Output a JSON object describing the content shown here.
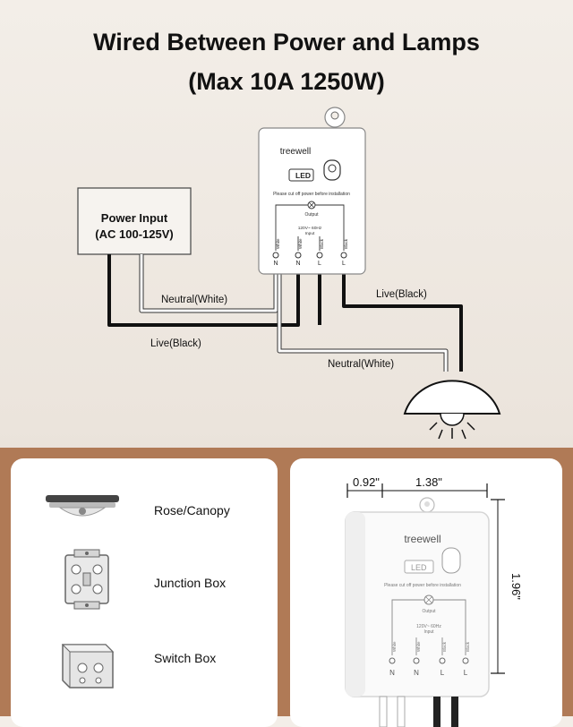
{
  "header": {
    "line1": "Wired Between Power and Lamps",
    "line2": "(Max 10A 1250W)"
  },
  "diagram": {
    "power_input_line1": "Power Input",
    "power_input_line2": "(AC 100-125V)",
    "brand": "treewell",
    "led_label": "LED",
    "warning": "Please cut off power before installation",
    "output_label": "Output",
    "input_label_1": "120V~ 60Hz",
    "input_label_2": "Input",
    "terminal_colors": [
      "White",
      "White",
      "Black",
      "Black"
    ],
    "terminal_letters": [
      "N",
      "N",
      "L",
      "L"
    ],
    "wire_labels": {
      "neutral_top": "Neutral(White)",
      "live_left": "Live(Black)",
      "live_right": "Live(Black)",
      "neutral_bottom": "Neutral(White)"
    }
  },
  "accessories": [
    {
      "label": "Rose/Canopy",
      "icon": "rose-canopy-icon"
    },
    {
      "label": "Junction Box",
      "icon": "junction-box-icon"
    },
    {
      "label": "Switch Box",
      "icon": "switch-box-icon"
    }
  ],
  "dimensions": {
    "depth": "0.92\"",
    "width": "1.38\"",
    "height": "1.96\""
  },
  "colors": {
    "background_top": "#f3eee8",
    "bottom_band": "#b07a56",
    "wire_black": "#111111",
    "wire_white": "#ffffff"
  }
}
